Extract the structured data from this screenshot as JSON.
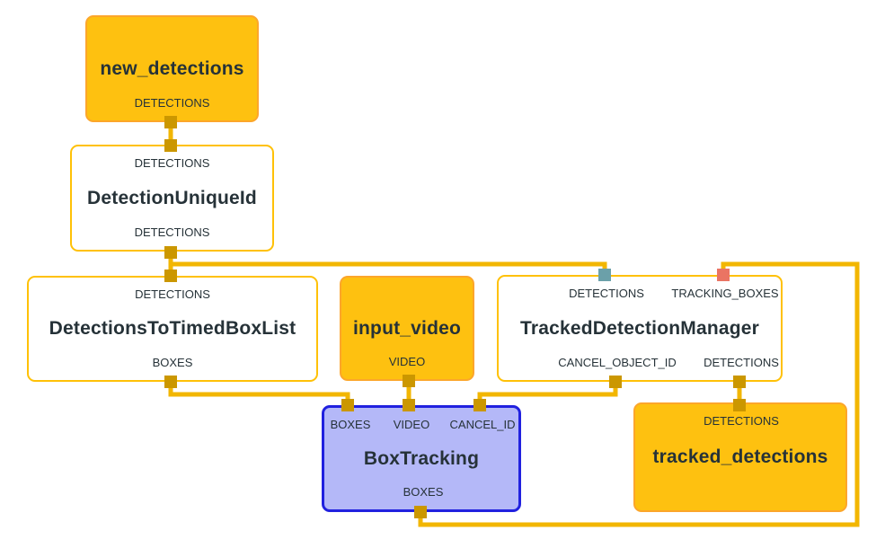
{
  "diagram": {
    "type": "mediapipe-graph",
    "colors": {
      "background": "#FFFFFF",
      "stream_node_fill": "#FEC110",
      "stream_node_border": "#FCA62B",
      "calculator_node_border": "#FFC107",
      "selected_node_fill": "#B4B8F8",
      "selected_node_border": "#2121DF",
      "edge": "#F2B600",
      "port": "#CB9700",
      "port_detections_in": "#6BA0A9",
      "port_tracking_boxes_in": "#EA7463",
      "text": "#263238"
    },
    "nodes": {
      "new_detections": {
        "title": "new_detections",
        "out_detections": "DETECTIONS"
      },
      "detection_unique_id": {
        "in_detections": "DETECTIONS",
        "title": "DetectionUniqueId",
        "out_detections": "DETECTIONS"
      },
      "detections_to_timed_box_list": {
        "in_detections": "DETECTIONS",
        "title": "DetectionsToTimedBoxList",
        "out_boxes": "BOXES"
      },
      "input_video": {
        "title": "input_video",
        "out_video": "VIDEO"
      },
      "tracked_detection_manager": {
        "in_detections": "DETECTIONS",
        "in_tracking_boxes": "TRACKING_BOXES",
        "title": "TrackedDetectionManager",
        "out_cancel_object_id": "CANCEL_OBJECT_ID",
        "out_detections": "DETECTIONS"
      },
      "box_tracking": {
        "in_boxes": "BOXES",
        "in_video": "VIDEO",
        "in_cancel_id": "CANCEL_ID",
        "title": "BoxTracking",
        "out_boxes": "BOXES"
      },
      "tracked_detections": {
        "in_detections": "DETECTIONS",
        "title": "tracked_detections"
      }
    },
    "edges": [
      {
        "from": "new_detections.DETECTIONS",
        "to": "DetectionUniqueId.DETECTIONS"
      },
      {
        "from": "DetectionUniqueId.DETECTIONS",
        "to": "DetectionsToTimedBoxList.DETECTIONS"
      },
      {
        "from": "DetectionUniqueId.DETECTIONS",
        "to": "TrackedDetectionManager.DETECTIONS"
      },
      {
        "from": "DetectionsToTimedBoxList.BOXES",
        "to": "BoxTracking.BOXES"
      },
      {
        "from": "input_video.VIDEO",
        "to": "BoxTracking.VIDEO"
      },
      {
        "from": "TrackedDetectionManager.CANCEL_OBJECT_ID",
        "to": "BoxTracking.CANCEL_ID"
      },
      {
        "from": "TrackedDetectionManager.DETECTIONS",
        "to": "tracked_detections.DETECTIONS"
      },
      {
        "from": "BoxTracking.BOXES",
        "to": "TrackedDetectionManager.TRACKING_BOXES"
      }
    ]
  }
}
